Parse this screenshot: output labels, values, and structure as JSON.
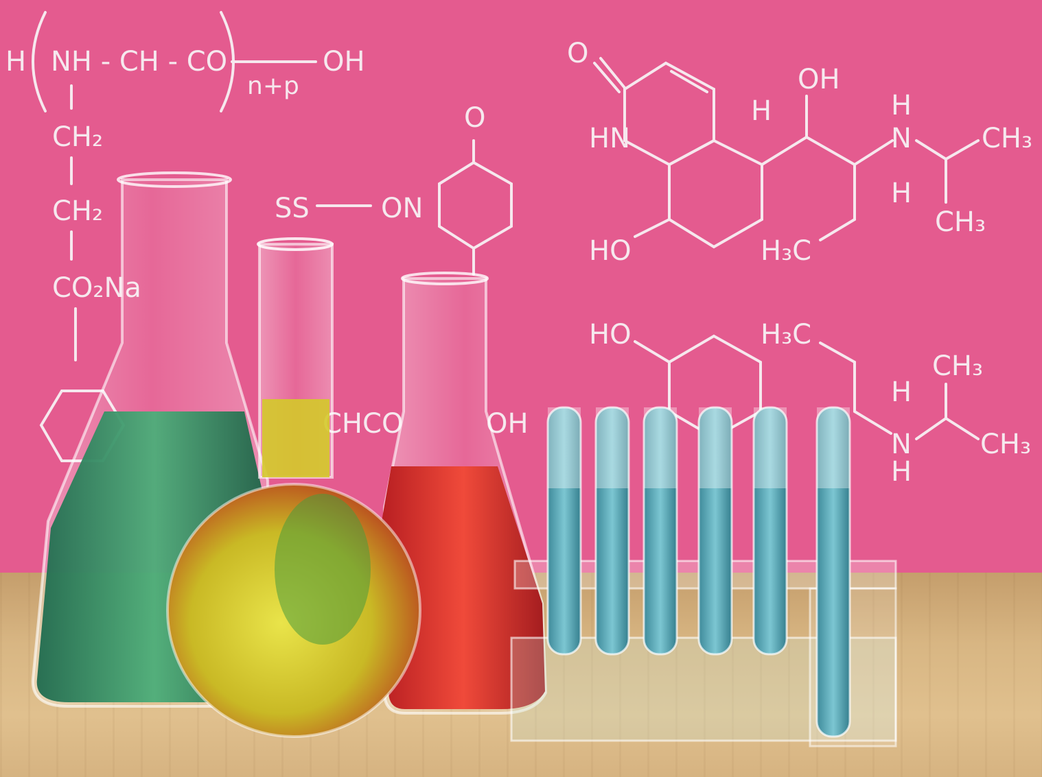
{
  "colors": {
    "wall": "#e45b8f",
    "chalk": "#f6e8ee",
    "table": "#d8b683",
    "green_liquid": "#3f9a6a",
    "yellow_liquid": "#d7cf2a",
    "red_liquid": "#e23a2f",
    "blue_liquid": "#58a9b8"
  },
  "icons": {
    "erlenmeyer_green": "erlenmeyer-flask-icon",
    "round_flask": "round-bottom-flask-icon",
    "erlenmeyer_red": "erlenmeyer-flask-icon",
    "test_tube_rack": "test-tube-rack-icon"
  },
  "formulas": {
    "polymer_head": "H",
    "polymer_chain": "NH - CH - CO",
    "polymer_tail": "OH",
    "polymer_sub": "n+p",
    "ch2_a": "CH₂",
    "ch2_b": "CH₂",
    "co2na": "CO₂Na",
    "ss": "SS",
    "on": "ON",
    "o_top": "O",
    "chco": "CHCO",
    "oh_mid": "OH",
    "o_left": "O",
    "hn": "HN",
    "ho_a": "HO",
    "oh_top": "OH",
    "h_a": "H",
    "h_b": "H",
    "n_a": "N",
    "h_c": "H",
    "ch3_a": "CH₃",
    "ch3_b": "CH₃",
    "h3c_a": "H₃C",
    "ho_b": "HO",
    "h3c_b": "H₃C",
    "ch3_c": "CH₃",
    "h_d": "H",
    "n_b": "N",
    "h_e": "H",
    "ch3_d": "CH₃"
  }
}
